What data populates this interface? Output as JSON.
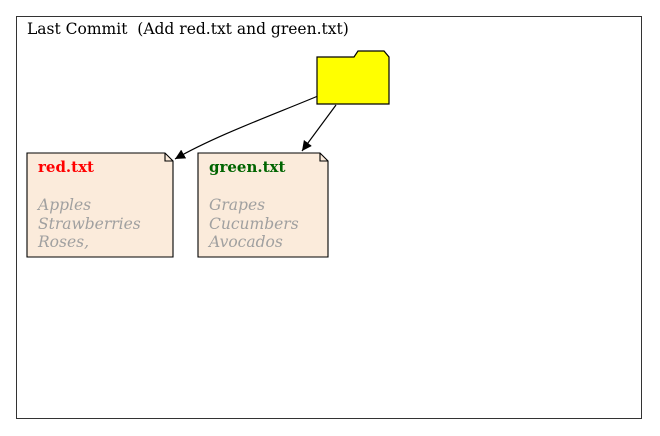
{
  "cluster": {
    "title": "Last Commit  (Add red.txt and green.txt)"
  },
  "folder": {
    "icon": "folder-icon",
    "color": "#ffff00"
  },
  "files": [
    {
      "name": "red.txt",
      "name_color": "#ff0000",
      "lines": [
        "Apples",
        "Strawberries",
        "Roses,"
      ],
      "fill": "#fbebdb"
    },
    {
      "name": "green.txt",
      "name_color": "#006400",
      "lines": [
        "Grapes",
        "Cucumbers",
        "Avocados"
      ],
      "fill": "#fbebdb"
    }
  ]
}
